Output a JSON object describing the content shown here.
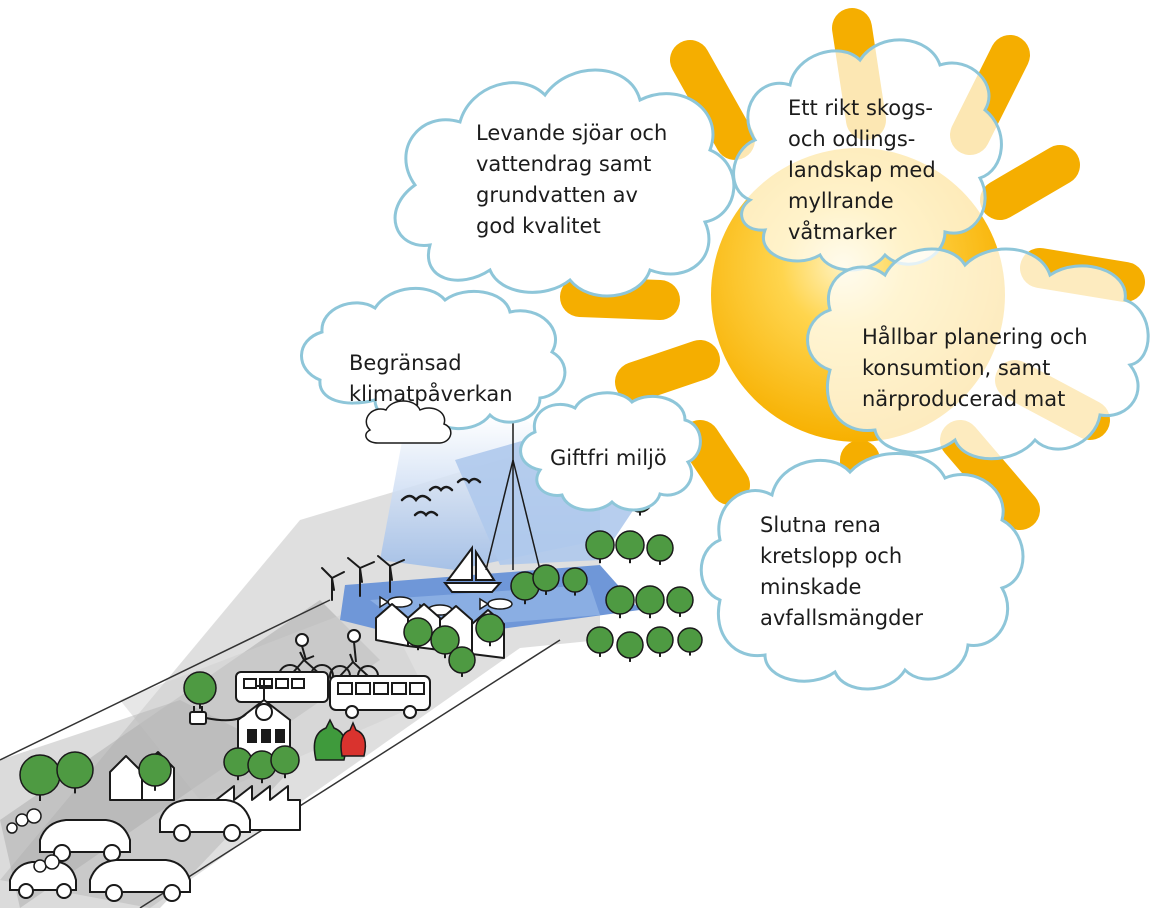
{
  "clouds": {
    "water": "Levande sjöar och\nvattendrag samt\ngrundvatten av\ngod kvalitet",
    "forest": "Ett rikt skogs-\noch odlings-\nlandskap med\nmyllrande\nvåtmarker",
    "planning": "Hållbar planering och\nkonsumtion, samt\nnärproducerad mat",
    "climate": "Begränsad\nklimatpåverkan",
    "nontoxic": "Giftfri miljö",
    "cycles": "Slutna rena\nkretslopp och\nminskade\navfallsmängder"
  },
  "colors": {
    "sun": "#F7B500",
    "sun_ray": "#F5AE00",
    "cloud_stroke": "#8EC6D9",
    "sky": "#A9C6EA",
    "water": "#6F97D8",
    "tree": "#4E9A42",
    "road": "#B5B5B5",
    "ink": "#1a1a1a",
    "bag_green": "#3F9A3C",
    "bag_red": "#D9332E"
  },
  "icons": [
    "sun-icon",
    "cloud-icon",
    "tree-icon",
    "windmill-icon",
    "bicycle-icon",
    "bus-icon",
    "car-icon",
    "house-icon",
    "sailboat-icon",
    "bird-icon",
    "fish-icon",
    "waste-bag-icon",
    "plug-icon"
  ]
}
